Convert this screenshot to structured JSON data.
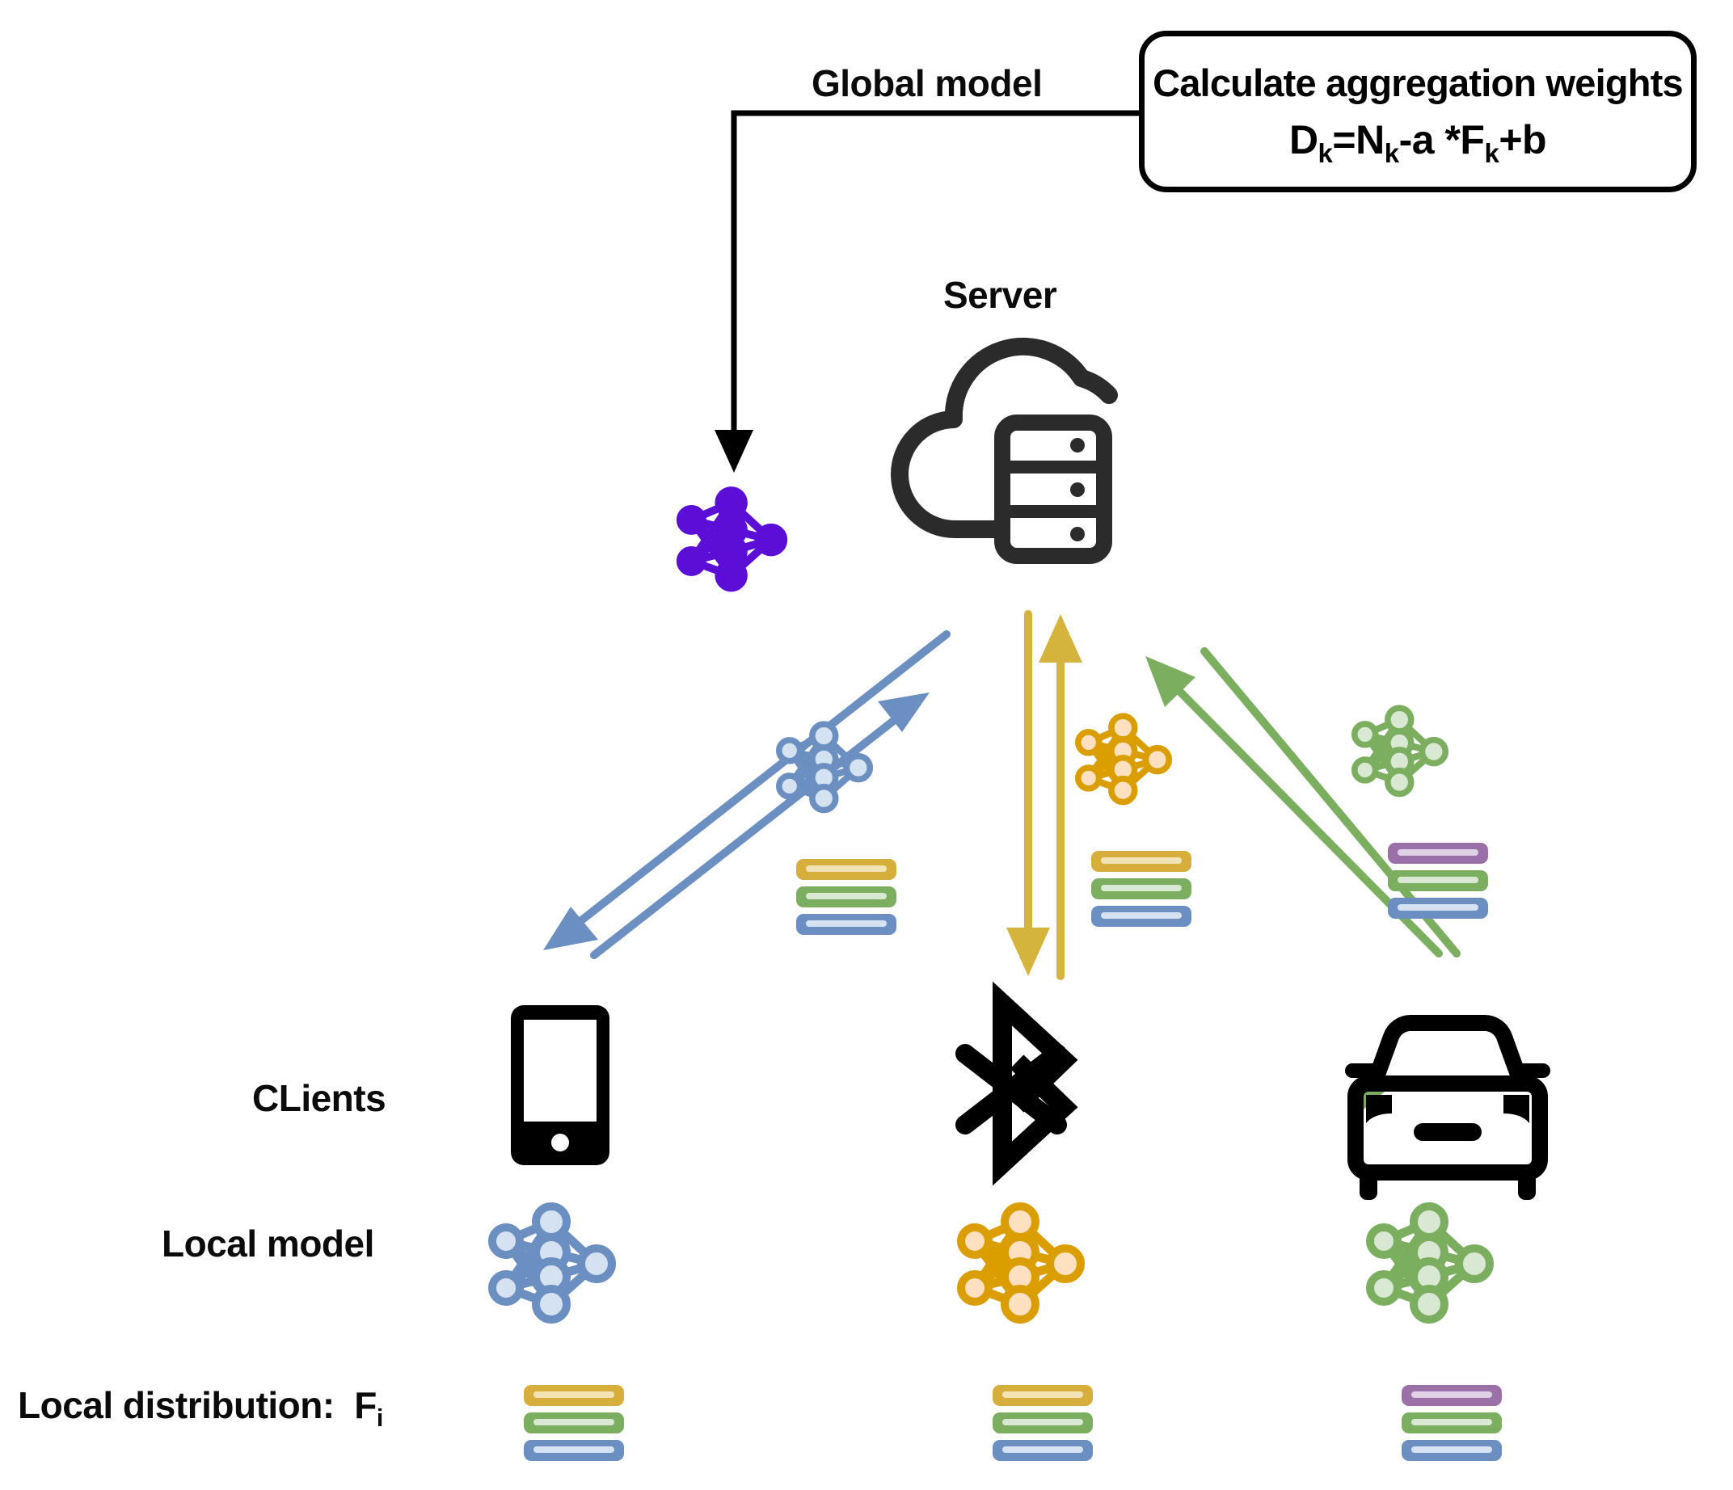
{
  "diagram": {
    "title_labels": {
      "global_model": "Global model",
      "server": "Server",
      "clients": "CLients",
      "local_model": "Local model",
      "local_distribution": "Local distribution:",
      "local_distribution_symbol": "F",
      "local_distribution_symbol_sub": "i"
    },
    "aggregation_box": {
      "title": "Calculate aggregation weights",
      "formula_parts": {
        "d": "D",
        "d_sub": "k",
        "eq": "=",
        "n": "N",
        "n_sub": "k",
        "minus_a": "-a",
        "star_f": "*F",
        "f_sub": "k",
        "plus_b": "+b"
      },
      "formula_plain": "D_k=N_k-a *F_k+b"
    },
    "server": {
      "icon": "cloud-server-icon",
      "global_model_icon": "purple-neural-network-icon"
    },
    "clients": [
      {
        "id": "client-1",
        "device_icon": "smartphone-icon",
        "model_icon": "blue-neural-network-icon",
        "distribution_bars": [
          "#D6AE3C",
          "#7CAE60",
          "#6B8FC0"
        ],
        "arrow_color": "#6B8FC0",
        "arrow_directions": [
          "up-to-server",
          "down-to-client"
        ]
      },
      {
        "id": "client-2",
        "device_icon": "bluetooth-icon",
        "model_icon": "orange-neural-network-icon",
        "distribution_bars": [
          "#D6AE3C",
          "#7CAE60",
          "#6B8FC0"
        ],
        "arrow_color": "#D4B43C",
        "arrow_directions": [
          "down-to-client",
          "up-to-server"
        ]
      },
      {
        "id": "client-3",
        "device_icon": "car-icon",
        "model_icon": "green-neural-network-icon",
        "distribution_bars": [
          "#9B6FA8",
          "#7CAE60",
          "#6B8FC0"
        ],
        "arrow_color": "#7CAE60",
        "arrow_directions": [
          "up-to-server",
          "down-to-client"
        ]
      }
    ],
    "colors": {
      "global_model_purple": "#5B0FD6",
      "client1_blue": "#6B8FC0",
      "client1_blue_fill": "#D4E2F2",
      "client2_orange": "#DB9E00",
      "client2_orange_fill": "#FCE0C0",
      "client3_green": "#7CAE60",
      "client3_green_fill": "#D9E8D2",
      "bar_yellow": "#D6AE3C",
      "bar_green": "#7CAE60",
      "bar_blue": "#6B8FC0",
      "bar_purple": "#9B6FA8",
      "device_black": "#000000",
      "server_icon_dark": "#2B2B2B",
      "arrow_yellow": "#D4B43C",
      "background": "#FFFFFF"
    }
  }
}
